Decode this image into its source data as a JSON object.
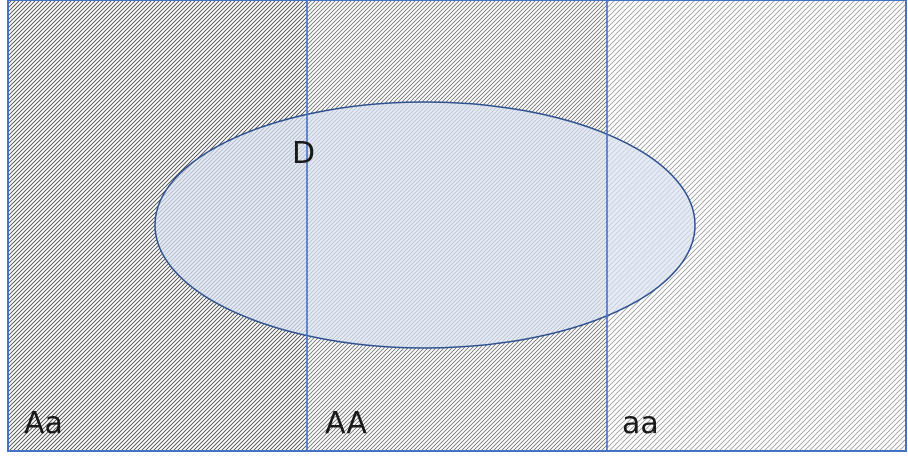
{
  "diagram": {
    "regions": [
      {
        "label": "Aa"
      },
      {
        "label": "AA"
      },
      {
        "label": "aa"
      }
    ],
    "ellipse_label": "D",
    "colors": {
      "border": "#4472c4",
      "ellipse_fill": "#dae3f3",
      "ellipse_stroke": "#2f528f",
      "hatch_dense": "#4a4a4a",
      "hatch_light": "#9a9a9a",
      "text": "#1a1a1a"
    }
  }
}
